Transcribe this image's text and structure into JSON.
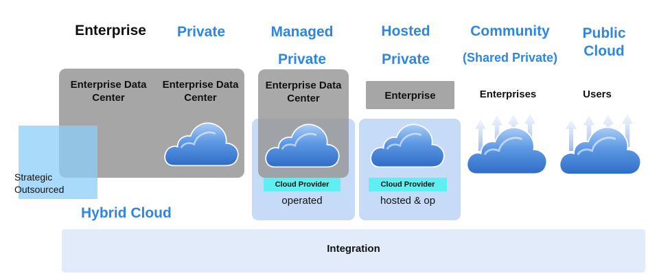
{
  "headers": {
    "enterprise": "Enterprise",
    "private": "Private",
    "managed_private": [
      "Managed",
      "Private"
    ],
    "hosted_private": [
      "Hosted",
      "Private"
    ],
    "community": [
      "Community",
      "(Shared Private)"
    ],
    "public_cloud": [
      "Public",
      "Cloud"
    ]
  },
  "boxes": {
    "enterprise_dc": "Enterprise Data Center",
    "private_dc": "Enterprise Data Center",
    "managed_dc": "Enterprise Data Center",
    "hosted_enterprise": "Enterprise",
    "community_label": "Enterprises",
    "public_label": "Users"
  },
  "strategic": [
    "Strategic",
    "Outsourced"
  ],
  "providers": {
    "managed": {
      "tag": "Cloud Provider",
      "sub": "operated"
    },
    "hosted": {
      "tag": "Cloud Provider",
      "sub": "hosted & op"
    }
  },
  "hybrid_cloud": "Hybrid Cloud",
  "integration": "Integration",
  "colors": {
    "header_blue": "#2e86de",
    "gray_box": "#a6a6a6",
    "provider_cyan": "#5ef0f0",
    "light_blue": "#c5dbf8",
    "integration_bg": "#e1ebfa",
    "cloud_blue": "#3f7fd3"
  },
  "icons": [
    "cloud-icon",
    "arrow-up-icon"
  ]
}
